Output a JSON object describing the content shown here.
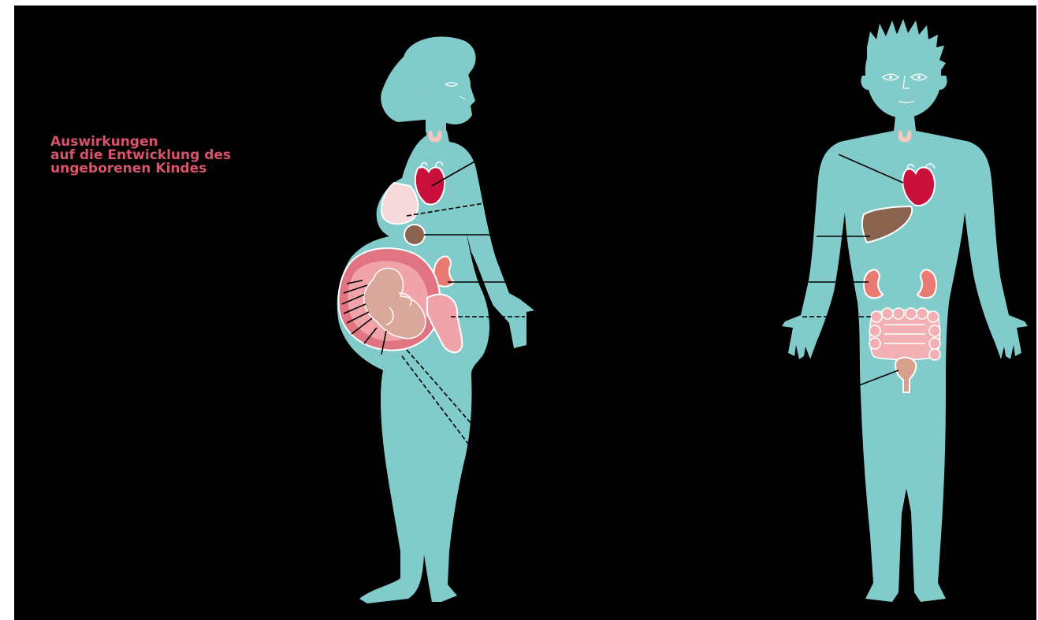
{
  "heading": {
    "lines": [
      "Auswirkungen",
      "auf die Entwicklung des",
      "ungeborenen Kindes"
    ]
  },
  "colors": {
    "background": "#000000",
    "body": "#82cbcb",
    "heading": "#d9536a",
    "heart": "#c8103a",
    "breast": "#f6d9db",
    "liver": "#8b6450",
    "kidney": "#ea7b73",
    "uterus": "#e07482",
    "fetus": "#d9a89a",
    "placenta": "#f0a3a8",
    "intestine": "#f2b0b4",
    "bladder": "#d6a08c",
    "thyroid": "#f2c8bc",
    "line": "#000000"
  },
  "figures": [
    {
      "name": "pregnant-woman-figure",
      "organs": [
        "thyroid",
        "heart",
        "breast",
        "liver",
        "kidney",
        "uterus",
        "fetus",
        "placenta"
      ]
    },
    {
      "name": "child-figure",
      "organs": [
        "thyroid",
        "heart",
        "liver",
        "kidneys",
        "intestines",
        "bladder"
      ]
    }
  ]
}
